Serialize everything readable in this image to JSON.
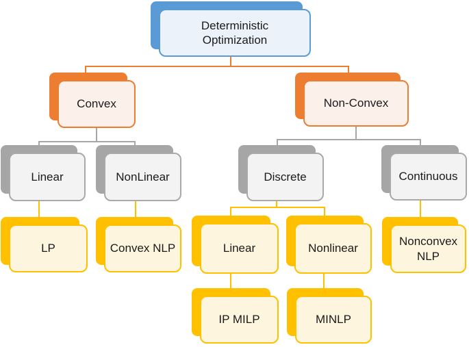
{
  "figure": {
    "type": "hierarchy-tree-diagram",
    "background": "#FFFFFF"
  },
  "palette": {
    "blue": "#5B9BD5",
    "orange": "#ED7D31",
    "gray": "#A6A6A6",
    "gold": "#FFC000",
    "blue_fill": "#ECF2FA",
    "orange_fill": "#FBF0EA",
    "gray_fill": "#F3F3F3",
    "gold_fill": "#FDF5DE",
    "text": "#1A1A1A"
  },
  "nodes": {
    "root": {
      "label": "Deterministic Optimization",
      "color": "blue"
    },
    "convex": {
      "label": "Convex",
      "color": "orange"
    },
    "non_convex": {
      "label": "Non-Convex",
      "color": "orange"
    },
    "linear_convex": {
      "label": "Linear",
      "color": "gray"
    },
    "nonlinear_convex": {
      "label": "NonLinear",
      "color": "gray"
    },
    "discrete": {
      "label": "Discrete",
      "color": "gray"
    },
    "continuous": {
      "label": "Continuous",
      "color": "gray"
    },
    "lp": {
      "label": "LP",
      "color": "gold"
    },
    "convex_nlp": {
      "label": "Convex NLP",
      "color": "gold"
    },
    "linear_discrete": {
      "label": "Linear",
      "color": "gold"
    },
    "nonlinear_discrete": {
      "label": "Nonlinear",
      "color": "gold"
    },
    "nonconvex_nlp": {
      "label": "Nonconvex NLP",
      "color": "gold"
    },
    "ip_milp": {
      "label": "IP MILP",
      "color": "gold"
    },
    "minlp": {
      "label": "MINLP",
      "color": "gold"
    }
  },
  "edges": [
    {
      "from": "root",
      "to": "convex",
      "color": "orange"
    },
    {
      "from": "root",
      "to": "non_convex",
      "color": "orange"
    },
    {
      "from": "convex",
      "to": "linear_convex",
      "color": "gray"
    },
    {
      "from": "convex",
      "to": "nonlinear_convex",
      "color": "gray"
    },
    {
      "from": "non_convex",
      "to": "discrete",
      "color": "gray"
    },
    {
      "from": "non_convex",
      "to": "continuous",
      "color": "gray"
    },
    {
      "from": "linear_convex",
      "to": "lp",
      "color": "gold"
    },
    {
      "from": "nonlinear_convex",
      "to": "convex_nlp",
      "color": "gold"
    },
    {
      "from": "discrete",
      "to": "linear_discrete",
      "color": "gold"
    },
    {
      "from": "discrete",
      "to": "nonlinear_discrete",
      "color": "gold"
    },
    {
      "from": "continuous",
      "to": "nonconvex_nlp",
      "color": "gold"
    },
    {
      "from": "linear_discrete",
      "to": "ip_milp",
      "color": "gold"
    },
    {
      "from": "nonlinear_discrete",
      "to": "minlp",
      "color": "gold"
    }
  ]
}
